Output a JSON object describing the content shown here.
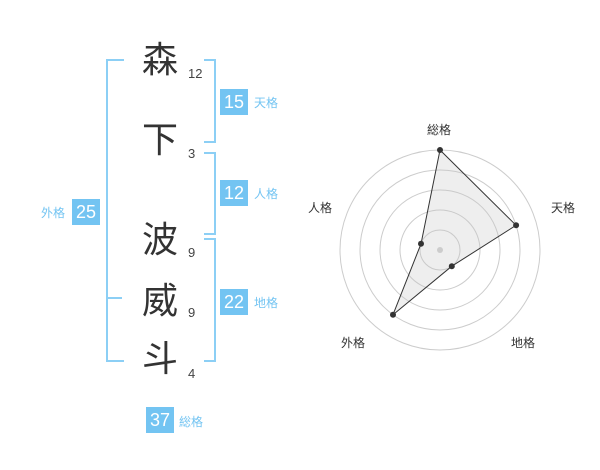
{
  "name": {
    "chars": [
      "森",
      "下",
      "波",
      "威",
      "斗"
    ],
    "strokes": [
      "12",
      "3",
      "9",
      "9",
      "4"
    ]
  },
  "kaku": {
    "tenkaku": {
      "value": "15",
      "label": "天格"
    },
    "jinkaku": {
      "value": "12",
      "label": "人格"
    },
    "chikaku": {
      "value": "22",
      "label": "地格"
    },
    "gaikaku": {
      "value": "25",
      "label": "外格"
    },
    "soukaku": {
      "value": "37",
      "label": "総格"
    }
  },
  "chart_data": {
    "type": "radar",
    "axes": [
      "総格",
      "天格",
      "地格",
      "外格",
      "人格"
    ],
    "values": [
      5,
      4,
      1,
      4,
      1
    ],
    "rings": 5,
    "max": 5
  }
}
